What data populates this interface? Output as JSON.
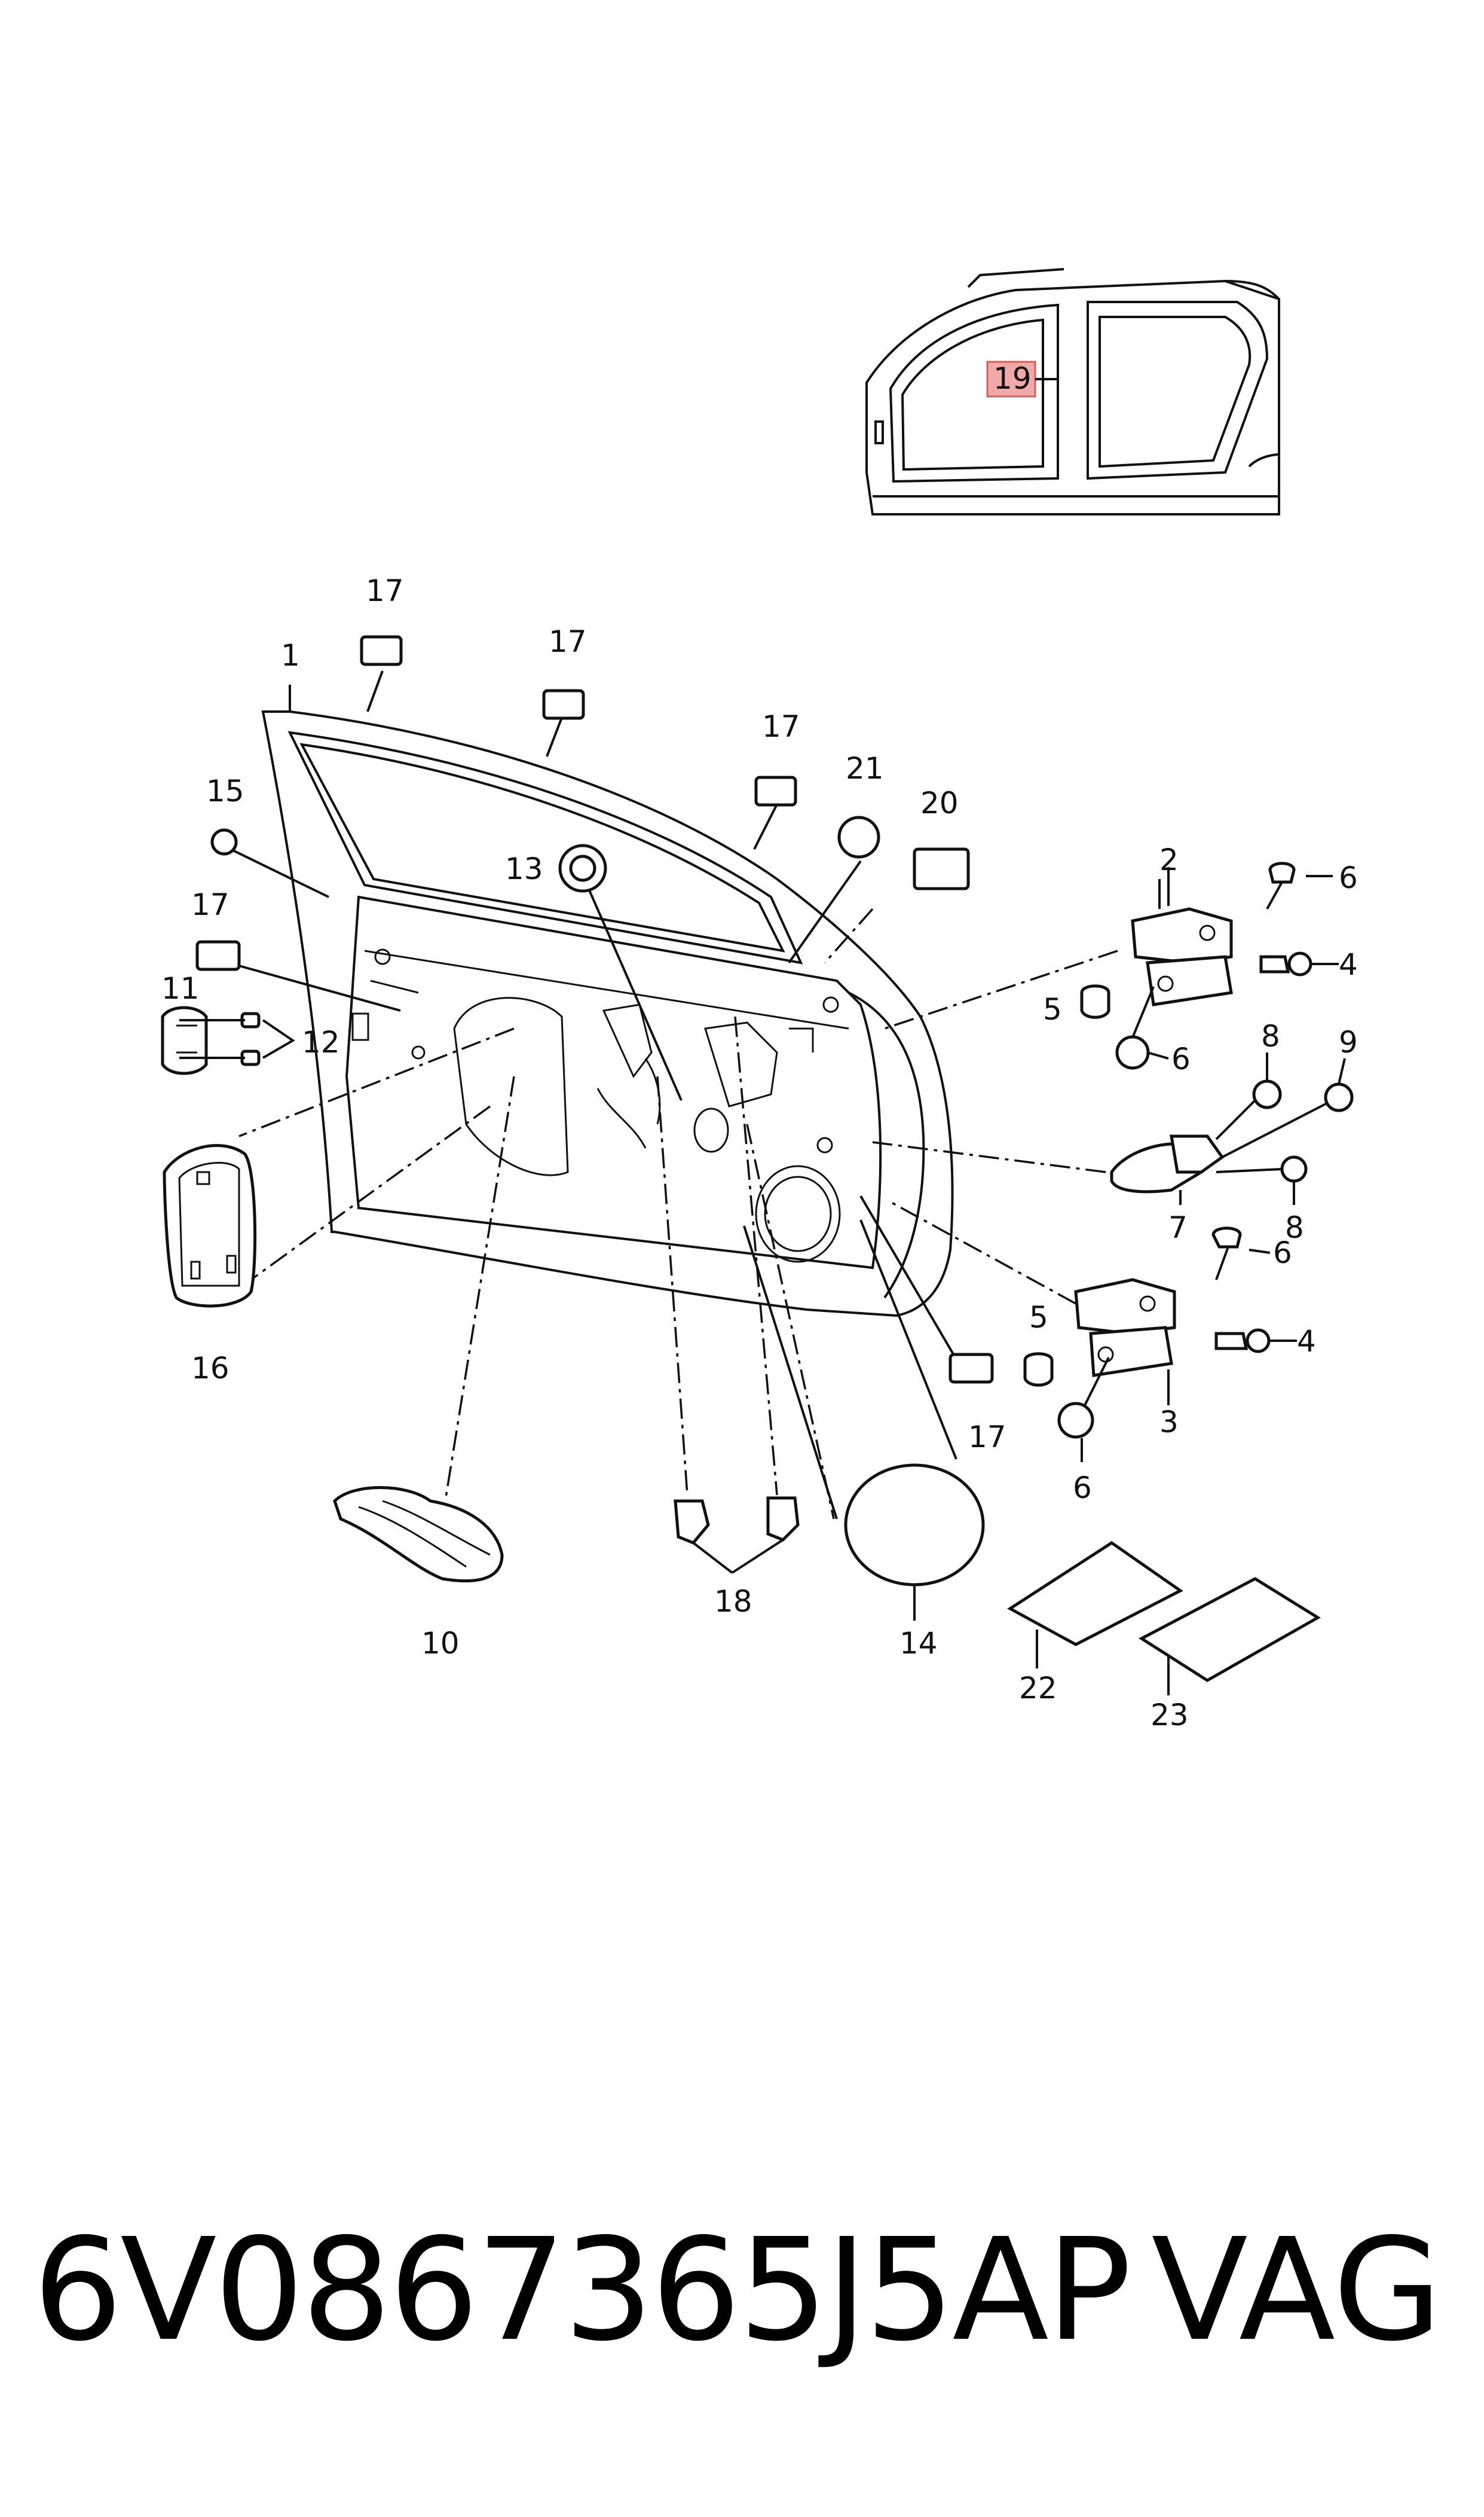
{
  "callouts": {
    "c1": "1",
    "c2": "2",
    "c3": "3",
    "c4a": "4",
    "c4b": "4",
    "c5a": "5",
    "c5b": "5",
    "c6a": "6",
    "c6b": "6",
    "c6c": "6",
    "c6d": "6",
    "c7": "7",
    "c8a": "8",
    "c8b": "8",
    "c9": "9",
    "c10": "10",
    "c11": "11",
    "c12": "12",
    "c13": "13",
    "c14": "14",
    "c15": "15",
    "c16": "16",
    "c17a": "17",
    "c17b": "17",
    "c17c": "17",
    "c17d": "17",
    "c17e": "17",
    "c18": "18",
    "c19": "19",
    "c20": "20",
    "c21": "21",
    "c22": "22",
    "c23": "23"
  },
  "footer": {
    "part_number": "6V0867365J5AP",
    "brand": "VAG"
  },
  "highlight_color": "#f0a8a8"
}
